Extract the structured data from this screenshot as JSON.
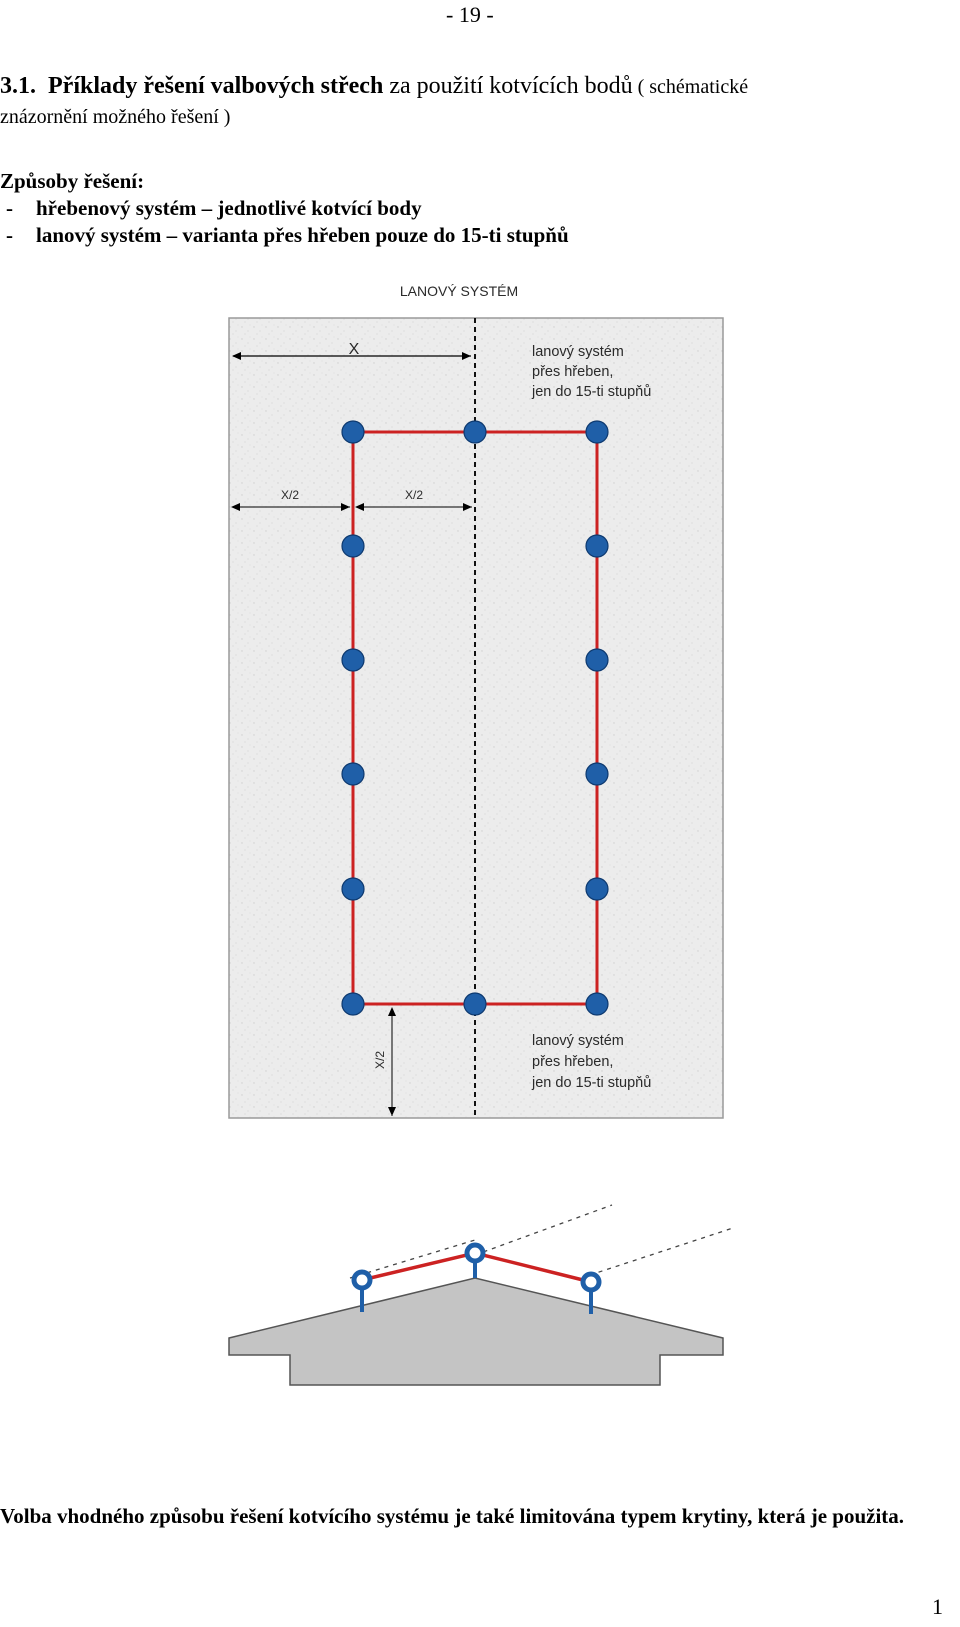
{
  "page": {
    "number_top": "- 19 -",
    "number_bottom": "1"
  },
  "heading": {
    "number": "3.1.",
    "title_bold": "Příklady řešení valbových střech",
    "title_regular": " za použití kotvících bodů",
    "note_start": " ( schématické",
    "note_end": "znázornění možného řešení )"
  },
  "methods": {
    "title": "Způsoby řešení:",
    "items": [
      {
        "dash": "-",
        "text": "hřebenový systém –  jednotlivé kotvící body"
      },
      {
        "dash": "-",
        "text": "lanový systém – varianta přes hřeben pouze do 15-ti stupňů"
      }
    ]
  },
  "figure_plan": {
    "title": "LANOVÝ SYSTÉM",
    "dim_x": "X",
    "dim_half_left": "X/2",
    "dim_half_right": "X/2",
    "dim_half_bottom": "X/2",
    "note_top": [
      "lanový systém",
      "přes hřeben,",
      "jen do 15-ti stupňů"
    ],
    "note_bottom": [
      "lanový systém",
      "přes hřeben,",
      "jen do 15-ti stupňů"
    ],
    "colors": {
      "rope": "#cc2222",
      "anchor": "#1f5fa8",
      "roof": "#ededed"
    }
  },
  "conclusion": {
    "text": "Volba vhodného způsobu řešení kotvícího systému je také limitována typem krytiny, která je použita."
  }
}
